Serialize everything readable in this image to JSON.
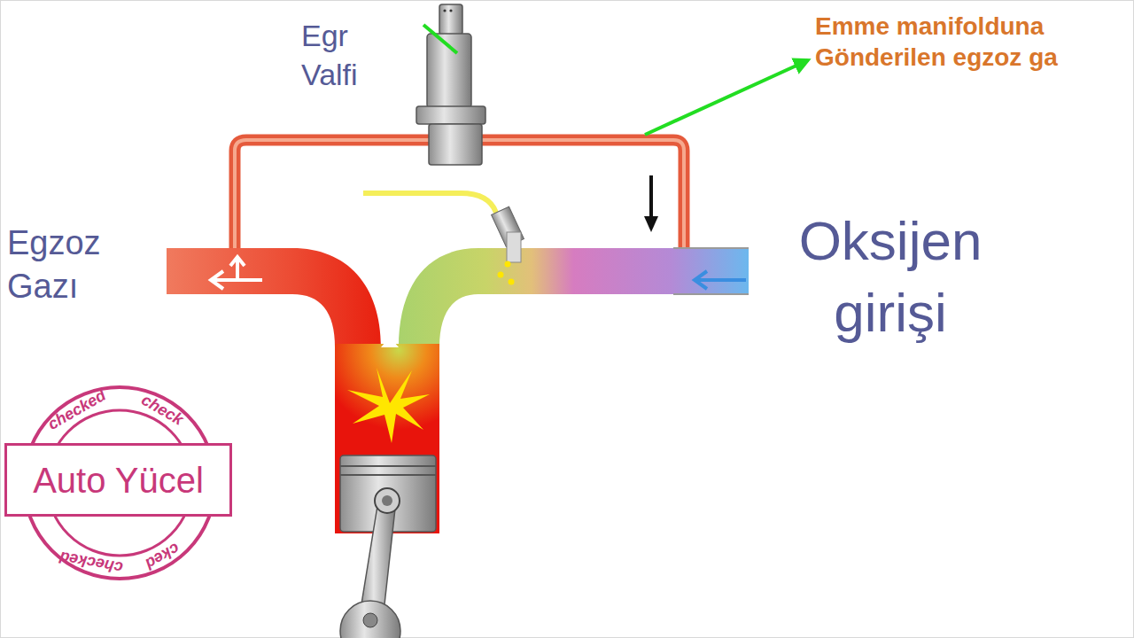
{
  "diagram": {
    "nodes": [
      {
        "text": [
          "Auto Yücel"
        ]
      }
    ],
    "labels": [
      "Egr Valfi",
      "Emme manifolduna Gönderilen egzoz ga",
      "Egzoz Gazı",
      "Oksijen girişi",
      "checked",
      "check",
      "checked",
      "cked"
    ]
  }
}
